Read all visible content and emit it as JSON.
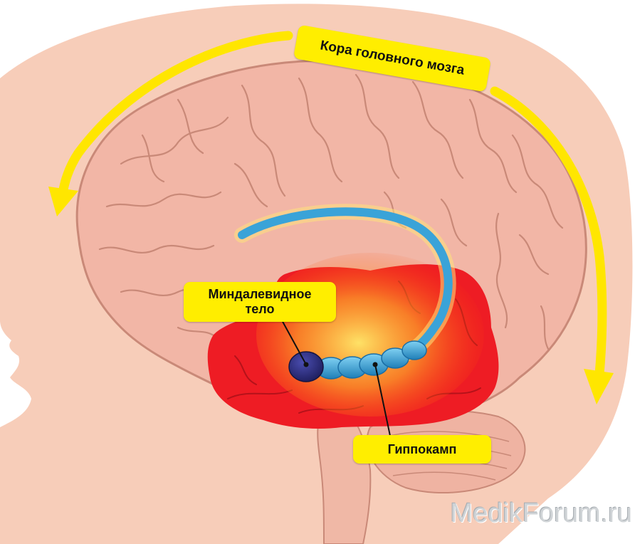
{
  "labels": {
    "cortex": "Кора головного мозга",
    "amygdala_line1": "Миндалевидное",
    "amygdala_line2": "тело",
    "hippocampus": "Гиппокамп"
  },
  "watermark": "MedikForum.ru",
  "colors": {
    "skin": "#f7cdb9",
    "brain": "#f2b6a6",
    "brain_outline": "#c98978",
    "limbic_region": "#ee1c24",
    "hippocampus": "#3aa3d8",
    "amygdala": "#2b2c7e",
    "arrow": "#ffe600",
    "label_bg": "#ffee00"
  }
}
